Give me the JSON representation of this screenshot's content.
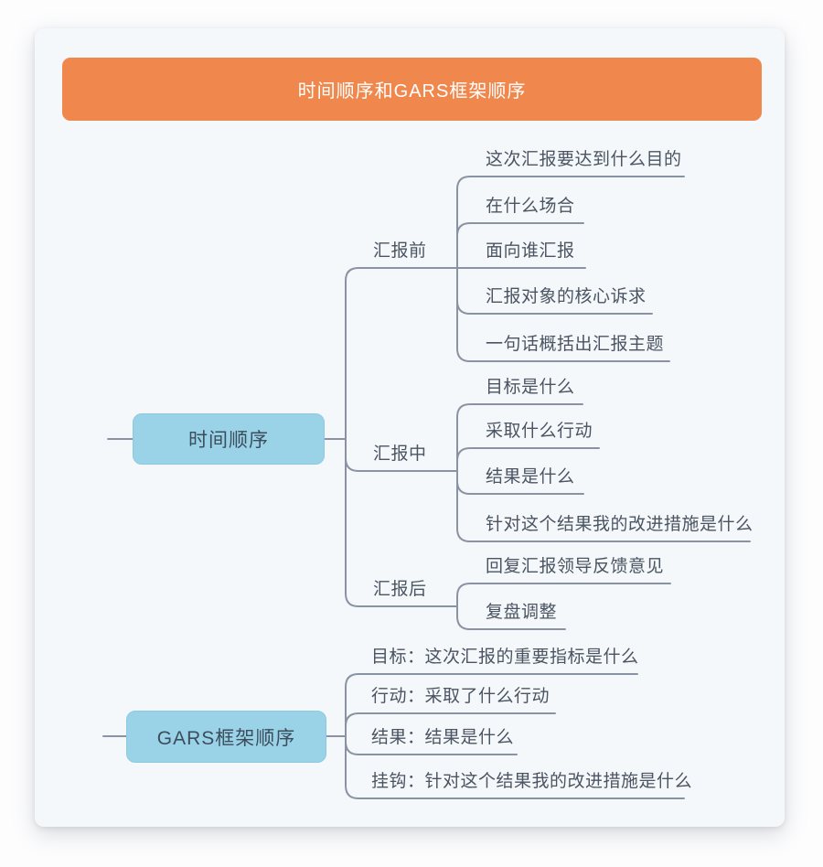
{
  "title": "时间顺序和GARS框架顺序",
  "mindmap": {
    "nodes": [
      {
        "label": "时间顺序",
        "branches": [
          {
            "label": "汇报前",
            "children": [
              "这次汇报要达到什么目的",
              "在什么场合",
              "面向谁汇报",
              "汇报对象的核心诉求",
              "一句话概括出汇报主题"
            ]
          },
          {
            "label": "汇报中",
            "children": [
              "目标是什么",
              "采取什么行动",
              "结果是什么",
              "针对这个结果我的改进措施是什么"
            ]
          },
          {
            "label": "汇报后",
            "children": [
              "回复汇报领导反馈意见",
              "复盘调整"
            ]
          }
        ]
      },
      {
        "label": "GARS框架顺序",
        "children": [
          "目标：这次汇报的重要指标是什么",
          "行动：采取了什么行动",
          "结果：结果是什么",
          "挂钩：针对这个结果我的改进措施是什么"
        ]
      }
    ]
  },
  "colors": {
    "accent_orange": "#F0884E",
    "node_blue": "#9AD3E8",
    "line_gray": "#8A93A3",
    "text_dark": "#4A5462",
    "card_bg": "#F5F8FA"
  }
}
